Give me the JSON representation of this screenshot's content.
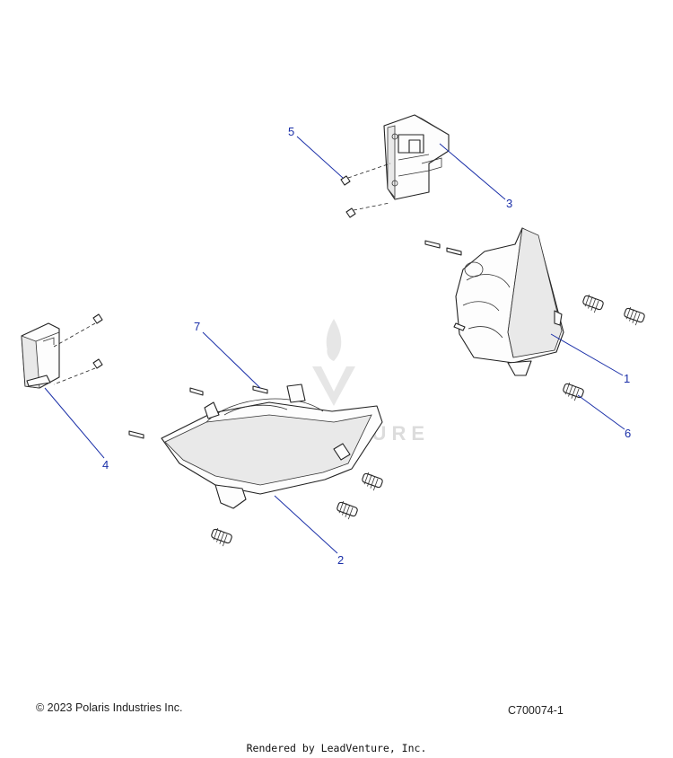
{
  "callouts": [
    {
      "label": "1"
    },
    {
      "label": "2"
    },
    {
      "label": "3"
    },
    {
      "label": "4"
    },
    {
      "label": "5"
    },
    {
      "label": "6"
    },
    {
      "label": "7"
    }
  ],
  "footer": {
    "copyright": "© 2023 Polaris Industries Inc.",
    "diagram_code": "C700074-1",
    "rendered_by": "Rendered by LeadVenture, Inc."
  },
  "watermark": {
    "text": "LEADVENTURE"
  },
  "colors": {
    "callout": "#1a2fa8",
    "line_art": "#222222",
    "watermark": "#dcdcdc"
  }
}
